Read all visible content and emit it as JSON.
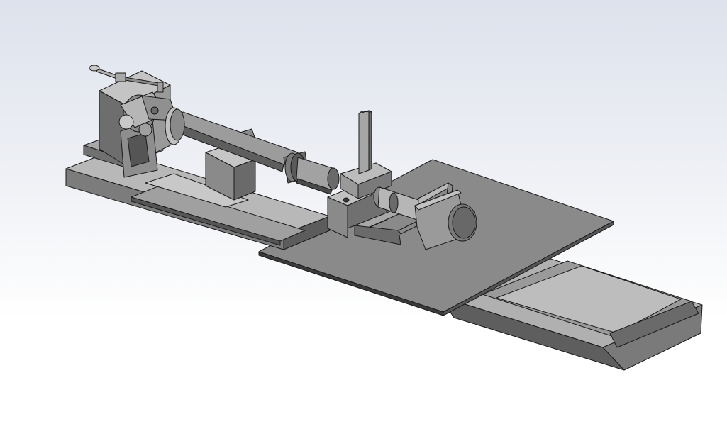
{
  "scene": {
    "kind": "3d-cad-model-render",
    "background": {
      "top": "#dde2ec",
      "bottom": "#ffffff"
    },
    "shading": {
      "light": "#b4b4b4",
      "mid": "#8c8c8c",
      "dark": "#5a5a5a",
      "darker": "#404040",
      "edge": "#1a1a1a"
    },
    "parts": [
      "base-rail",
      "sliding-plate",
      "main-bed",
      "headstock-bracket",
      "universal-joint",
      "lever-handle",
      "drive-shaft",
      "shaft-support",
      "tailstock-housing",
      "vertical-post",
      "end-cylinder"
    ]
  }
}
